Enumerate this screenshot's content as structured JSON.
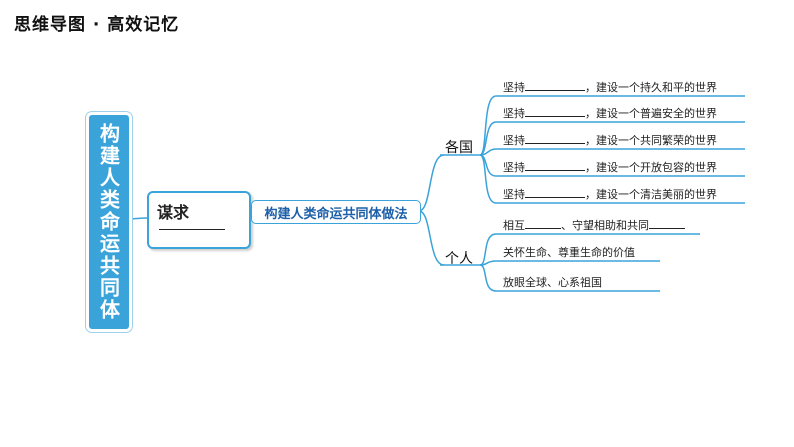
{
  "header": {
    "title": "思维导图 · 高效记忆"
  },
  "root": {
    "label": "构建人类命运共同体"
  },
  "purpose": {
    "label": "谋求"
  },
  "method": {
    "label": "构建人类命运共同体做法"
  },
  "branches": {
    "countries": {
      "label": "各国",
      "items": [
        {
          "prefix": "坚持",
          "suffix": "，建设一个持久和平的世界"
        },
        {
          "prefix": "坚持",
          "suffix": "，建设一个普遍安全的世界"
        },
        {
          "prefix": "坚持",
          "suffix": "，建设一个共同繁荣的世界"
        },
        {
          "prefix": "坚持",
          "suffix": "，建设一个开放包容的世界"
        },
        {
          "prefix": "坚持",
          "suffix": "，建设一个清洁美丽的世界"
        }
      ]
    },
    "individual": {
      "label": "个人",
      "items": [
        {
          "part1": "相互",
          "part2": "、守望相助和共同"
        },
        {
          "text": "关怀生命、尊重生命的价值"
        },
        {
          "text": "放眼全球、心系祖国"
        }
      ]
    }
  },
  "colors": {
    "accent": "#3aa3da",
    "method_text": "#1d5fa8"
  }
}
